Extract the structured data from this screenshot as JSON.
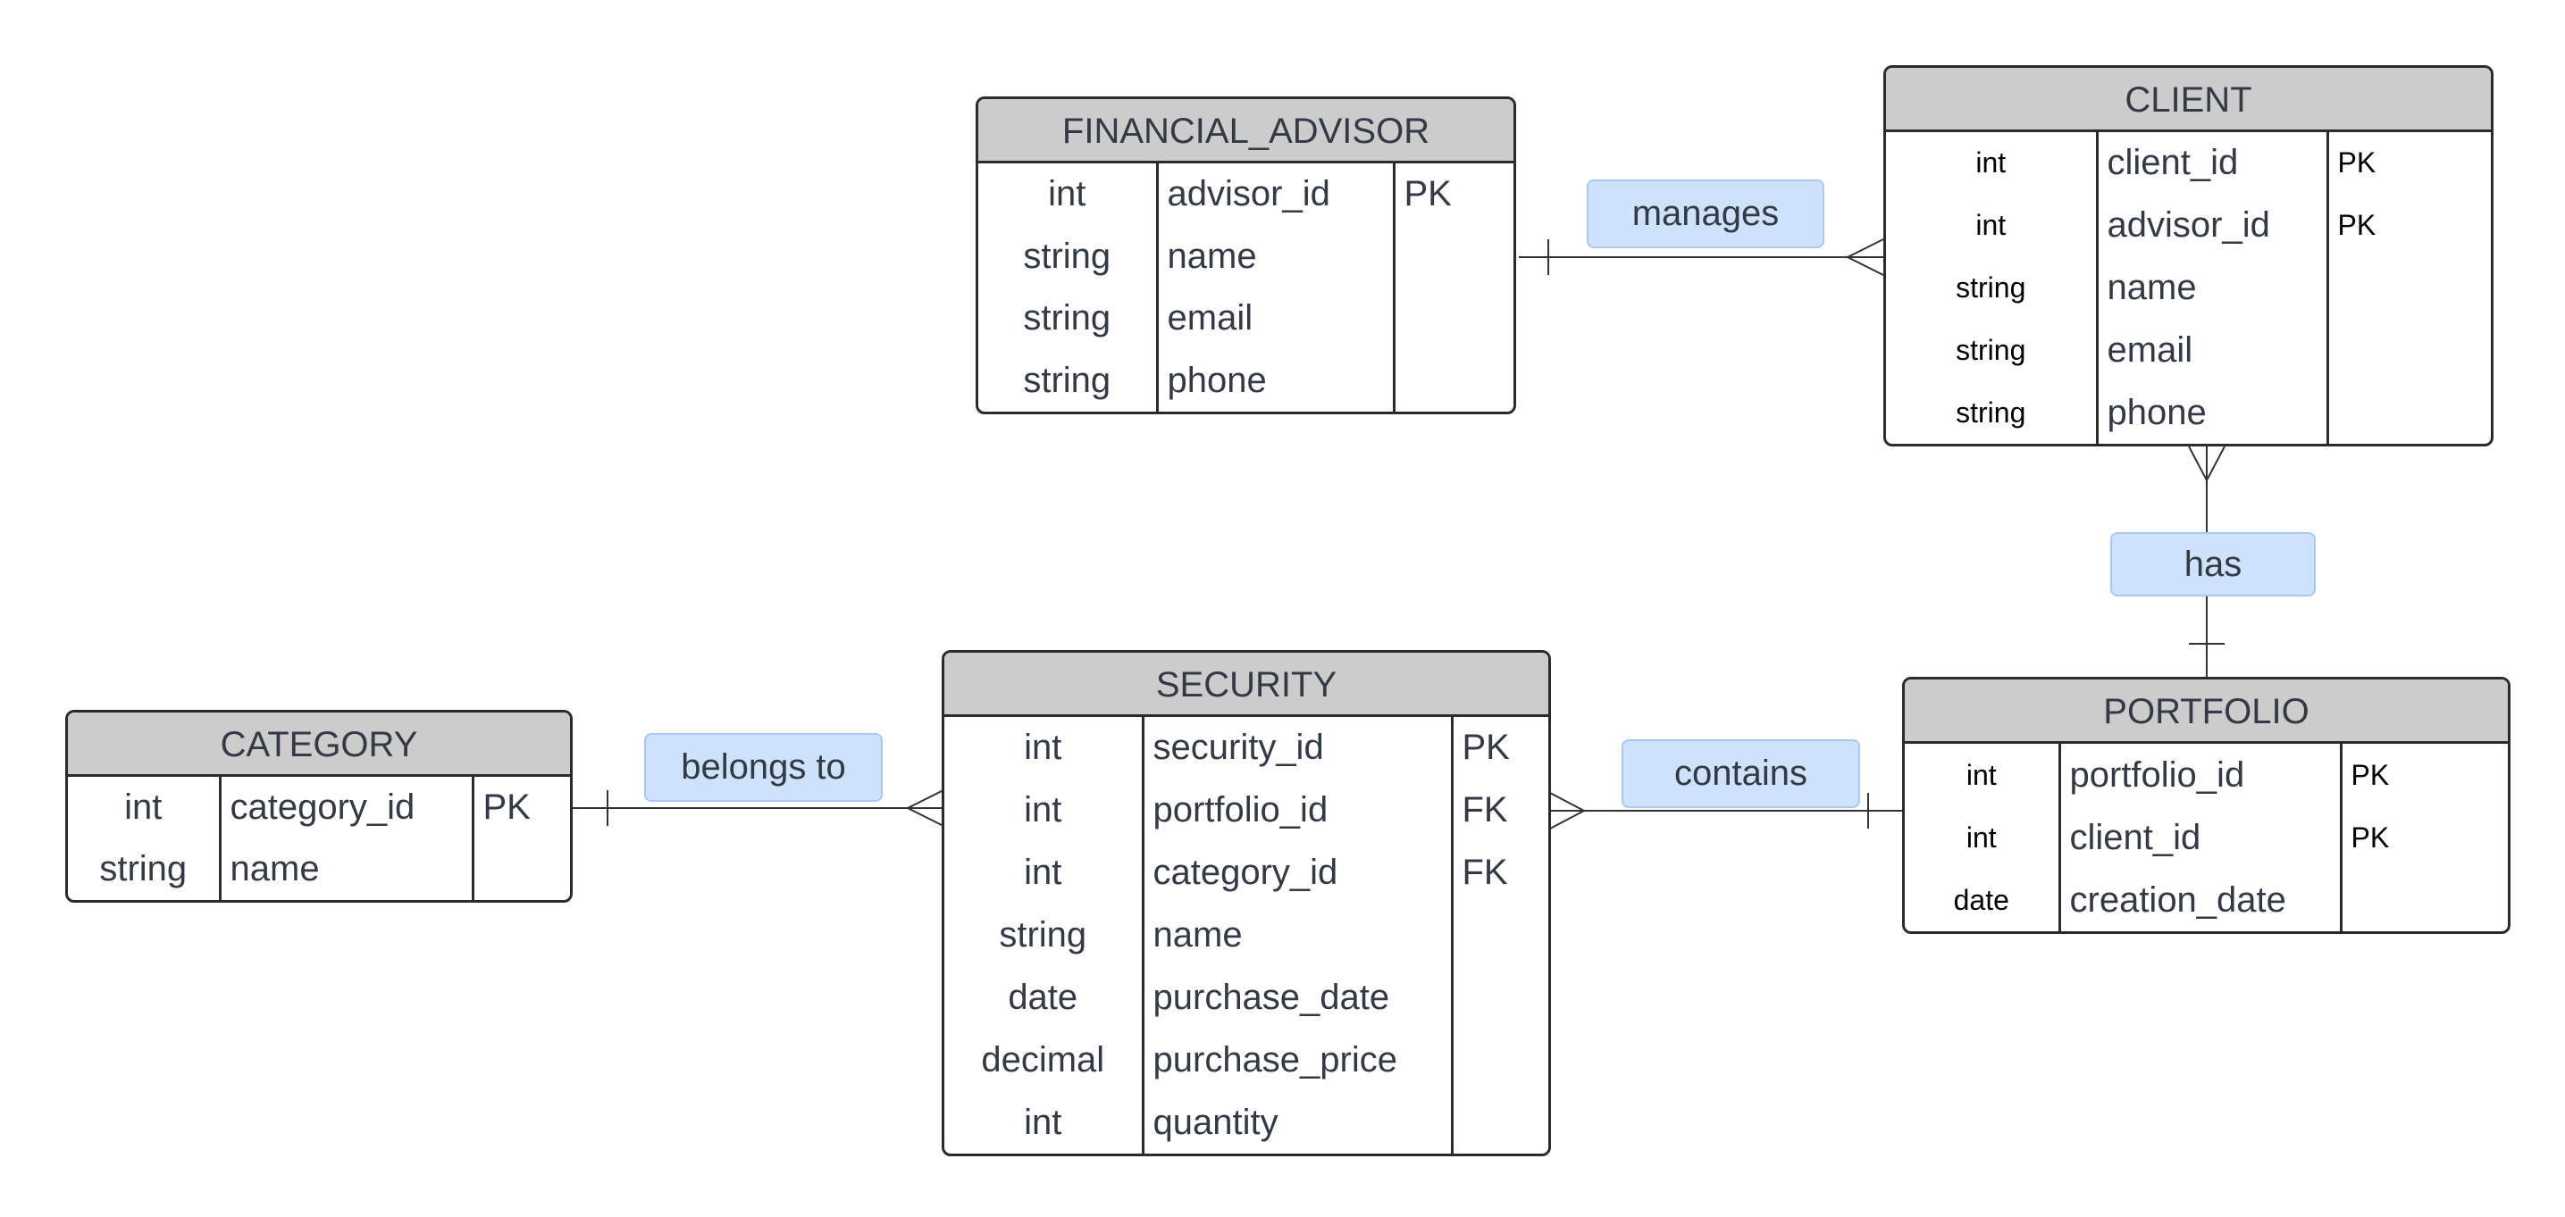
{
  "entities": {
    "financial_advisor": {
      "title": "FINANCIAL_ADVISOR",
      "rows": [
        {
          "type": "int",
          "name": "advisor_id",
          "key": "PK"
        },
        {
          "type": "string",
          "name": "name",
          "key": ""
        },
        {
          "type": "string",
          "name": "email",
          "key": ""
        },
        {
          "type": "string",
          "name": "phone",
          "key": ""
        }
      ]
    },
    "client": {
      "title": "CLIENT",
      "rows": [
        {
          "type": "int",
          "name": "client_id",
          "key": "PK"
        },
        {
          "type": "int",
          "name": "advisor_id",
          "key": "PK"
        },
        {
          "type": "string",
          "name": "name",
          "key": ""
        },
        {
          "type": "string",
          "name": "email",
          "key": ""
        },
        {
          "type": "string",
          "name": "phone",
          "key": ""
        }
      ]
    },
    "category": {
      "title": "CATEGORY",
      "rows": [
        {
          "type": "int",
          "name": "category_id",
          "key": "PK"
        },
        {
          "type": "string",
          "name": "name",
          "key": ""
        }
      ]
    },
    "security": {
      "title": "SECURITY",
      "rows": [
        {
          "type": "int",
          "name": "security_id",
          "key": "PK"
        },
        {
          "type": "int",
          "name": "portfolio_id",
          "key": "FK"
        },
        {
          "type": "int",
          "name": "category_id",
          "key": "FK"
        },
        {
          "type": "string",
          "name": "name",
          "key": ""
        },
        {
          "type": "date",
          "name": "purchase_date",
          "key": ""
        },
        {
          "type": "decimal",
          "name": "purchase_price",
          "key": ""
        },
        {
          "type": "int",
          "name": "quantity",
          "key": ""
        }
      ]
    },
    "portfolio": {
      "title": "PORTFOLIO",
      "rows": [
        {
          "type": "int",
          "name": "portfolio_id",
          "key": "PK"
        },
        {
          "type": "int",
          "name": "client_id",
          "key": "PK"
        },
        {
          "type": "date",
          "name": "creation_date",
          "key": ""
        }
      ]
    }
  },
  "relationships": {
    "manages": {
      "label": "manages",
      "from": "FINANCIAL_ADVISOR",
      "to": "CLIENT",
      "from_card": "one",
      "to_card": "many"
    },
    "has": {
      "label": "has",
      "from": "PORTFOLIO",
      "to": "CLIENT",
      "from_card": "one",
      "to_card": "many"
    },
    "belongs_to": {
      "label": "belongs to",
      "from": "CATEGORY",
      "to": "SECURITY",
      "from_card": "one",
      "to_card": "many"
    },
    "contains": {
      "label": "contains",
      "from": "PORTFOLIO",
      "to": "SECURITY",
      "from_card": "one",
      "to_card": "many"
    }
  },
  "colors": {
    "header_fill": "#cccccc",
    "border": "#2b2b2b",
    "label_fill": "#cfe2fb",
    "label_border": "#a9c8f2",
    "line": "#333333"
  }
}
